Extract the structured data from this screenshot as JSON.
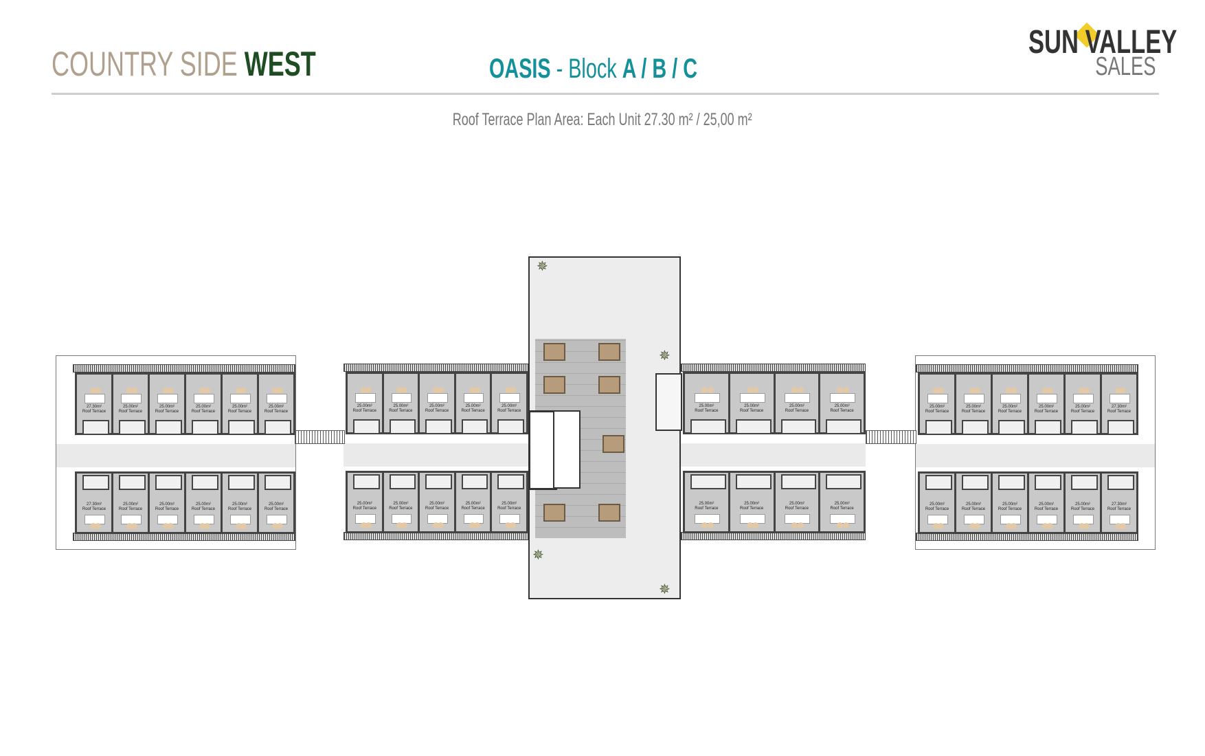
{
  "header": {
    "title_light": "COUNTRY SIDE",
    "title_bold": "WEST",
    "project_name": "OASIS",
    "project_sep": " - Block ",
    "blocks": "A / B / C",
    "logo_top": "SUN VALLEY",
    "logo_bottom": "SALES"
  },
  "subtitle": "Roof Terrace Plan Area: Each Unit 27.30 m² / 25,00 m²",
  "plan": {
    "unit_caption": "Roof Terrace",
    "wings": [
      {
        "name": "west-wing",
        "top": [
          "27.30m²",
          "25.00m²",
          "25.00m²",
          "25.00m²",
          "25.00m²",
          "25.00m²"
        ],
        "bottom": [
          "27.30m²",
          "25.00m²",
          "25.00m²",
          "25.00m²",
          "25.00m²",
          "25.00m²"
        ]
      },
      {
        "name": "center-left-wing",
        "top": [
          "25.00m²",
          "25.00m²",
          "25.00m²",
          "25.00m²",
          "25.00m²"
        ],
        "bottom": [
          "25.00m²",
          "25.00m²",
          "25.00m²",
          "25.00m²",
          "25.00m²"
        ]
      },
      {
        "name": "center-right-wing",
        "top": [
          "25.00m²",
          "25.00m²",
          "25.00m²",
          "25.00m²"
        ],
        "bottom": [
          "25.00m²",
          "25.00m²",
          "25.00m²",
          "25.00m²"
        ]
      },
      {
        "name": "east-wing",
        "top": [
          "25.00m²",
          "25.00m²",
          "25.00m²",
          "25.00m²",
          "25.00m²",
          "27.30m²"
        ],
        "bottom": [
          "25.00m²",
          "25.00m²",
          "25.00m²",
          "25.00m²",
          "25.00m²",
          "27.30m²"
        ]
      }
    ]
  },
  "colors": {
    "title_light": "#b0a08e",
    "title_bold": "#1e4d23",
    "accent": "#13909a",
    "logo_yellow": "#f2cc2a"
  }
}
